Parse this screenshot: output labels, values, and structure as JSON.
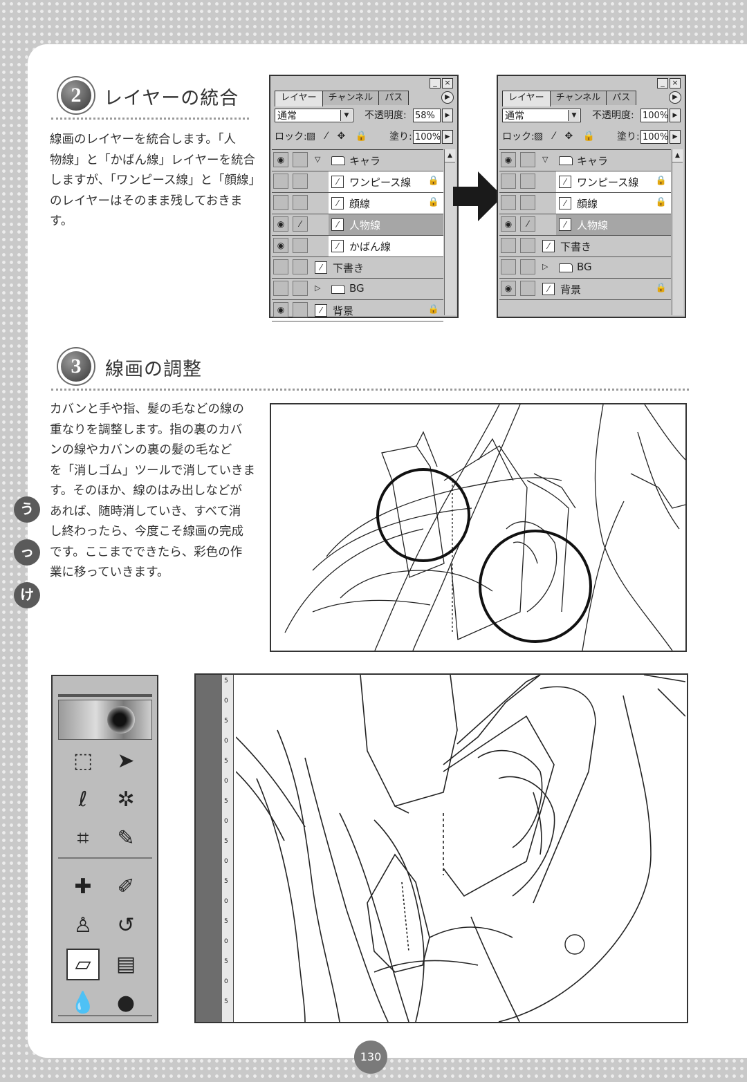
{
  "sections": [
    {
      "number": "2",
      "title": "レイヤーの統合",
      "lines": [
        "線画のレイヤーを統合します。「人",
        "物線」と「かばん線」レイヤーを統合",
        "しますが、「ワンピース線」と「顔線」",
        "のレイヤーはそのまま残しておきま",
        "す。"
      ]
    },
    {
      "number": "3",
      "title": "線画の調整",
      "lines": [
        "カバンと手や指、髪の毛などの線の",
        "重なりを調整します。指の裏のカバ",
        "ンの線やカバンの裏の髪の毛など",
        "を「消しゴム」ツールで消していきま",
        "す。そのほか、線のはみ出しなどが",
        "あれば、随時消していき、すべて消",
        "し終わったら、今度こそ線画の完成",
        "です。ここまでできたら、彩色の作",
        "業に移っていきます。"
      ]
    }
  ],
  "side_labels": [
    "う",
    "っ",
    "け"
  ],
  "panel_before": {
    "tabs": [
      "レイヤー",
      "チャンネル",
      "パス"
    ],
    "blend_mode": "通常",
    "opacity_label": "不透明度:",
    "opacity": "58%",
    "lock_label": "ロック:",
    "fill_label": "塗り:",
    "fill": "100%",
    "layers": [
      {
        "name": "キャラ",
        "type": "group-open",
        "eye": true,
        "brush": false,
        "indent": 0
      },
      {
        "name": "ワンピース線",
        "type": "layer",
        "eye": false,
        "brush": false,
        "indent": 1,
        "lock": true
      },
      {
        "name": "顔線",
        "type": "layer",
        "eye": false,
        "brush": false,
        "indent": 1,
        "lock": true
      },
      {
        "name": "人物線",
        "type": "layer",
        "eye": true,
        "brush": true,
        "indent": 1,
        "selected": true
      },
      {
        "name": "かばん線",
        "type": "layer",
        "eye": true,
        "brush": false,
        "indent": 1
      },
      {
        "name": "下書き",
        "type": "layer",
        "eye": false,
        "brush": false,
        "indent": 0
      },
      {
        "name": "BG",
        "type": "group-closed",
        "eye": false,
        "brush": false,
        "indent": 0
      },
      {
        "name": "背景",
        "type": "layer",
        "eye": true,
        "brush": false,
        "indent": 0,
        "lock": true
      }
    ]
  },
  "panel_after": {
    "tabs": [
      "レイヤー",
      "チャンネル",
      "パス"
    ],
    "blend_mode": "通常",
    "opacity_label": "不透明度:",
    "opacity": "100%",
    "lock_label": "ロック:",
    "fill_label": "塗り:",
    "fill": "100%",
    "layers": [
      {
        "name": "キャラ",
        "type": "group-open",
        "eye": true,
        "brush": false,
        "indent": 0
      },
      {
        "name": "ワンピース線",
        "type": "layer",
        "eye": false,
        "brush": false,
        "indent": 1,
        "lock": true
      },
      {
        "name": "顔線",
        "type": "layer",
        "eye": false,
        "brush": false,
        "indent": 1,
        "lock": true
      },
      {
        "name": "人物線",
        "type": "layer",
        "eye": true,
        "brush": true,
        "indent": 1,
        "selected": true
      },
      {
        "name": "下書き",
        "type": "layer",
        "eye": false,
        "brush": false,
        "indent": 0
      },
      {
        "name": "BG",
        "type": "group-closed",
        "eye": false,
        "brush": false,
        "indent": 0
      },
      {
        "name": "背景",
        "type": "layer",
        "eye": true,
        "brush": false,
        "indent": 0,
        "lock": true
      }
    ]
  },
  "toolbox": {
    "tools": [
      "marquee-icon",
      "move-icon",
      "lasso-icon",
      "magic-wand-icon",
      "crop-icon",
      "slice-icon",
      "healing-icon",
      "brush-icon",
      "stamp-icon",
      "history-brush-icon",
      "eraser-icon",
      "gradient-icon",
      "blur-icon",
      "dodge-icon"
    ],
    "active_tool": "eraser-icon"
  },
  "ruler_ticks": [
    "5",
    "0",
    "5",
    "0",
    "5",
    "0",
    "5",
    "0",
    "5",
    "0",
    "5",
    "0",
    "5",
    "0",
    "5",
    "0",
    "5"
  ],
  "page_number": "130",
  "colors": {
    "badge": "#5a5a5a",
    "dots": "#c9c9c9",
    "page_number_bg": "#7a7a7a"
  }
}
